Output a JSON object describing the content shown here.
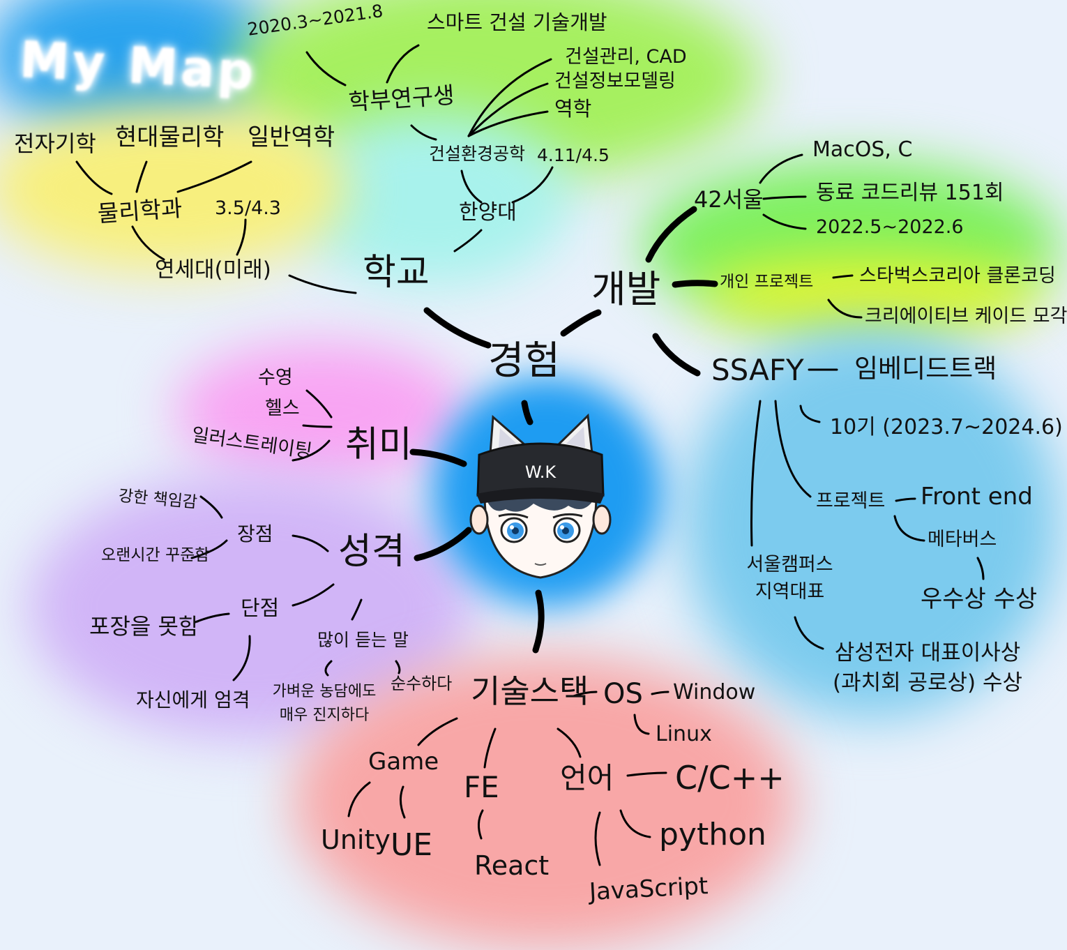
{
  "title": "My Map",
  "center": "경험",
  "nodes": {
    "school": "학교",
    "dev": "개발",
    "hobby": "취미",
    "personality": "성격",
    "tech": "기술스택"
  },
  "avatar": {
    "cap_text": "W.K"
  },
  "school": {
    "yonsei": "연세대(미래)",
    "yonsei_gpa": "3.5/4.3",
    "physics": "물리학과",
    "physics_courses": [
      "전자기학",
      "현대물리학",
      "일반역학"
    ],
    "hanyang": "한양대",
    "hanyang_gpa": "4.11/4.5",
    "civil": "건설환경공학",
    "civil_courses": [
      "건설관리, CAD",
      "건설정보모델링",
      "역학"
    ],
    "undergrad_research": "학부연구생",
    "research_period": "2020.3~2021.8",
    "research_topic": "스마트 건설 기술개발"
  },
  "dev": {
    "seoul42": "42서울",
    "seoul42_items": [
      "MacOS, C",
      "동료 코드리뷰 151회",
      "2022.5~2022.6"
    ],
    "personal": "개인 프로젝트",
    "personal_items": [
      "스타벅스코리아 클론코딩",
      "크리에이티브 케이드 모각"
    ],
    "ssafy": "SSAFY",
    "ssafy_track": "임베디드트랙",
    "ssafy_gen": "10기 (2023.7~2024.6)",
    "ssafy_project": "프로젝트",
    "ssafy_project_items": [
      "Front end",
      "메타버스"
    ],
    "award1": "우수상 수상",
    "campus_rep": "서울캠퍼스 지역대표",
    "award2": "삼성전자 대표이사상 (과치회 공로상) 수상"
  },
  "hobby": {
    "items": [
      "수영",
      "헬스",
      "일러스트레이팅"
    ]
  },
  "personality": {
    "strength": "장점",
    "strength_items": [
      "강한 책임감",
      "오랜시간 꾸준함"
    ],
    "weakness": "단점",
    "weakness_items": [
      "포장을 못함",
      "자신에게 엄격"
    ],
    "often_heard": "많이 듣는 말",
    "often_heard_items": [
      "가벼운 농담에도 매우 진지하다",
      "순수하다"
    ]
  },
  "tech": {
    "os": "OS",
    "os_items": [
      "Window",
      "Linux"
    ],
    "game": "Game",
    "game_items": [
      "Unity",
      "UE"
    ],
    "fe": "FE",
    "fe_items": [
      "React"
    ],
    "lang": "언어",
    "lang_items": [
      "C/C++",
      "python",
      "JavaScript"
    ]
  }
}
